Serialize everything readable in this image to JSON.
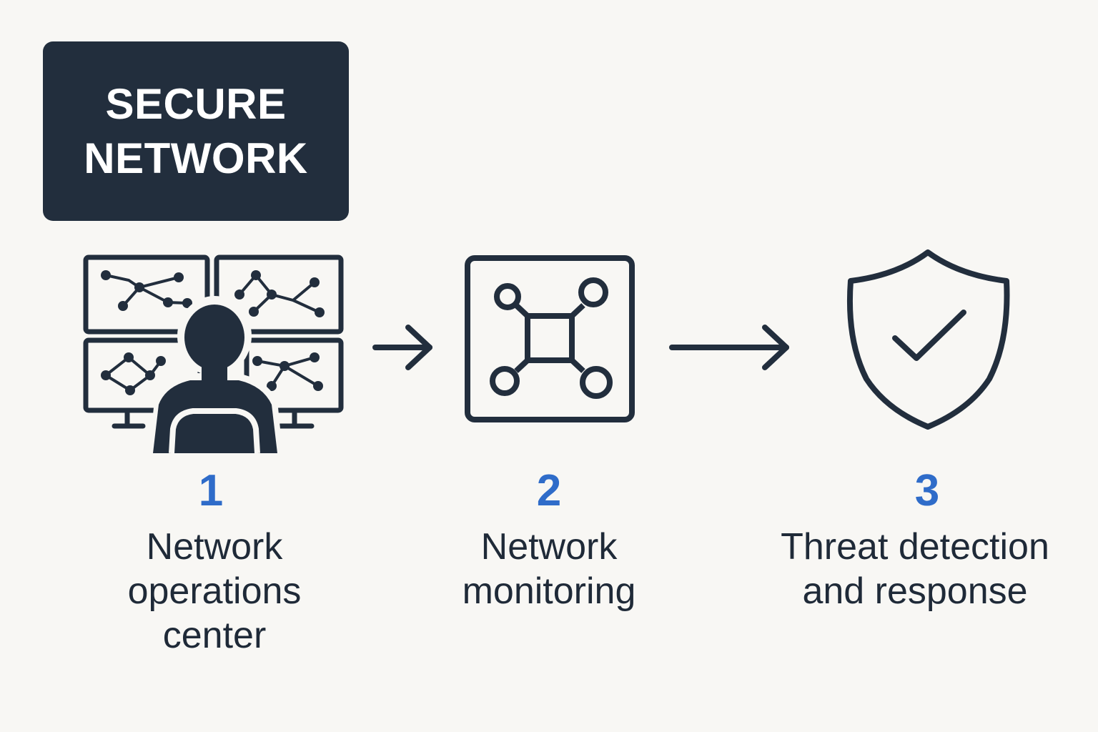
{
  "title": {
    "line1": "SECURE",
    "line2": "NETWORK"
  },
  "colors": {
    "background": "#f8f7f4",
    "dark": "#222e3d",
    "accent": "#2f6cc9",
    "text": "#1f2a38"
  },
  "steps": [
    {
      "number": "1",
      "label_lines": [
        "Network",
        "operations",
        "center"
      ],
      "icon": "operator-monitors-icon"
    },
    {
      "number": "2",
      "label_lines": [
        "Network",
        "monitoring"
      ],
      "icon": "network-nodes-icon"
    },
    {
      "number": "3",
      "label_lines": [
        "Threat detection",
        "and response"
      ],
      "icon": "shield-check-icon"
    }
  ]
}
